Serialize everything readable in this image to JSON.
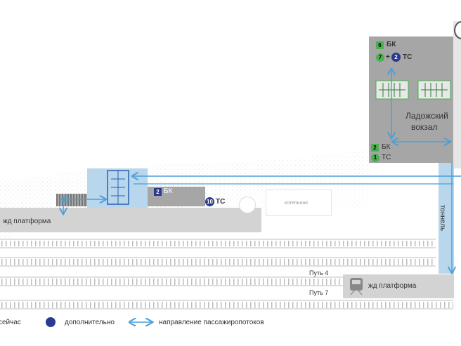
{
  "colors": {
    "accent_blue": "#4a9fd8",
    "tunnel_blue": "#b9d7ec",
    "building_gray": "#a6a6a6",
    "platform_gray": "#d3d3d3",
    "green": "#4caf50",
    "navy": "#2b3a8f"
  },
  "station": {
    "name_line1": "Ладожский",
    "name_line2": "вокзал",
    "top_badge_num": "6",
    "top_badge_text": "БК",
    "top_circle_num": "7",
    "plus": "+",
    "top_circle2_num": "2",
    "top_circle_text": "ТС",
    "bottom_badge_num": "2",
    "bottom_badge_text": "БК",
    "bottom_circle_num": "1",
    "bottom_circle_text": "ТС"
  },
  "middle": {
    "bk_num": "2",
    "bk_text": "БК",
    "ts_num": "10",
    "ts_text": "ТС",
    "boiler_label": "котельная"
  },
  "platforms": {
    "left_label": "жд платформа",
    "right_label": "жд платформа",
    "track4": "Путь 4",
    "track7": "Путь 7"
  },
  "tunnel_label": "тоннель",
  "legend": {
    "current_label": "сейчас",
    "additional_label": "дополнительно",
    "flow_label": "направление пассажиропотоков"
  }
}
